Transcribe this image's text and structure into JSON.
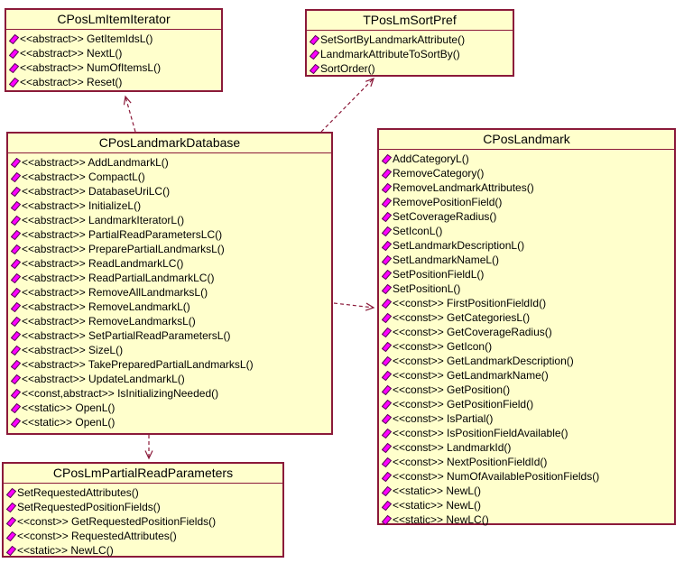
{
  "diagram": {
    "type": "uml-class-diagram",
    "colors": {
      "background": "#FFFFFF",
      "class_fill": "#FFFFCC",
      "class_border": "#8B1A3A",
      "operation_icon": "#FF00FF",
      "operation_icon_outline": "#550055",
      "text": "#000000"
    },
    "classes": [
      {
        "title": "CPosLmItemIterator",
        "methods": [
          "<<abstract>> GetItemIdsL()",
          "<<abstract>> NextL()",
          "<<abstract>> NumOfItemsL()",
          "<<abstract>> Reset()"
        ]
      },
      {
        "title": "TPosLmSortPref",
        "methods": [
          "SetSortByLandmarkAttribute()",
          "LandmarkAttributeToSortBy()",
          "SortOrder()"
        ]
      },
      {
        "title": "CPosLandmarkDatabase",
        "methods": [
          "<<abstract>> AddLandmarkL()",
          "<<abstract>> CompactL()",
          "<<abstract>> DatabaseUriLC()",
          "<<abstract>> InitializeL()",
          "<<abstract>> LandmarkIteratorL()",
          "<<abstract>> PartialReadParametersLC()",
          "<<abstract>> PreparePartialLandmarksL()",
          "<<abstract>> ReadLandmarkLC()",
          "<<abstract>> ReadPartialLandmarkLC()",
          "<<abstract>> RemoveAllLandmarksL()",
          "<<abstract>> RemoveLandmarkL()",
          "<<abstract>> RemoveLandmarksL()",
          "<<abstract>> SetPartialReadParametersL()",
          "<<abstract>> SizeL()",
          "<<abstract>> TakePreparedPartialLandmarksL()",
          "<<abstract>> UpdateLandmarkL()",
          "<<const,abstract>> IsInitializingNeeded()",
          "<<static>> OpenL()",
          "<<static>> OpenL()"
        ]
      },
      {
        "title": "CPosLandmark",
        "methods": [
          "AddCategoryL()",
          "RemoveCategory()",
          "RemoveLandmarkAttributes()",
          "RemovePositionField()",
          "SetCoverageRadius()",
          "SetIconL()",
          "SetLandmarkDescriptionL()",
          "SetLandmarkNameL()",
          "SetPositionFieldL()",
          "SetPositionL()",
          "<<const>> FirstPositionFieldId()",
          "<<const>> GetCategoriesL()",
          "<<const>> GetCoverageRadius()",
          "<<const>> GetIcon()",
          "<<const>> GetLandmarkDescription()",
          "<<const>> GetLandmarkName()",
          "<<const>> GetPosition()",
          "<<const>> GetPositionField()",
          "<<const>> IsPartial()",
          "<<const>> IsPositionFieldAvailable()",
          "<<const>> LandmarkId()",
          "<<const>> NextPositionFieldId()",
          "<<const>> NumOfAvailablePositionFields()",
          "<<static>> NewL()",
          "<<static>> NewL()",
          "<<static>> NewLC()"
        ]
      },
      {
        "title": "CPosLmPartialReadParameters",
        "methods": [
          "SetRequestedAttributes()",
          "SetRequestedPositionFields()",
          "<<const>> GetRequestedPositionFields()",
          "<<const>> RequestedAttributes()",
          "<<static>> NewLC()"
        ]
      }
    ],
    "relations": [
      {
        "from": "CPosLandmarkDatabase",
        "to": "CPosLmItemIterator",
        "type": "dependency"
      },
      {
        "from": "CPosLandmarkDatabase",
        "to": "TPosLmSortPref",
        "type": "dependency"
      },
      {
        "from": "CPosLandmarkDatabase",
        "to": "CPosLandmark",
        "type": "dependency"
      },
      {
        "from": "CPosLandmarkDatabase",
        "to": "CPosLmPartialReadParameters",
        "type": "dependency"
      }
    ]
  }
}
